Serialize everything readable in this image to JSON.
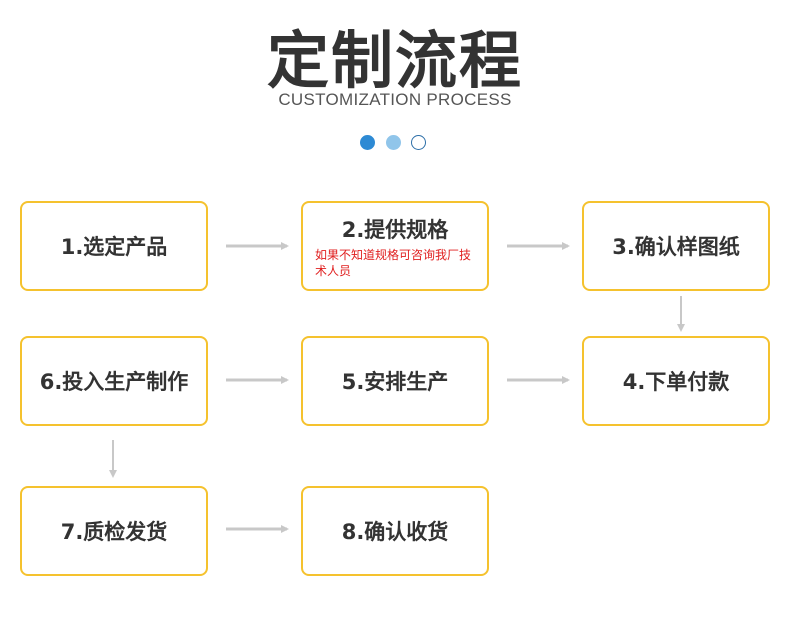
{
  "header": {
    "title": "定制流程",
    "subtitle": "CUSTOMIZATION PROCESS"
  },
  "colors": {
    "box_border": "#f5c22e",
    "dot_active": "#2d8ad4",
    "dot_light": "#90c5ea",
    "arrow": "#c8c8c8",
    "note_text": "#e02020"
  },
  "steps": [
    {
      "label": "1.选定产品"
    },
    {
      "label": "2.提供规格",
      "note": "如果不知道规格可咨询我厂技术人员"
    },
    {
      "label": "3.确认样图纸"
    },
    {
      "label": "4.下单付款"
    },
    {
      "label": "5.安排生产"
    },
    {
      "label": "6.投入生产制作"
    },
    {
      "label": "7.质检发货"
    },
    {
      "label": "8.确认收货"
    }
  ]
}
